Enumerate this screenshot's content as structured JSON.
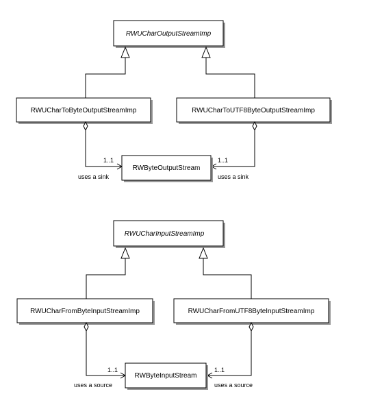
{
  "output_diagram": {
    "base_class": "RWUCharOutputStreamImp",
    "left_class": "RWUCharToByteOutputStreamImp",
    "right_class": "RWUCharToUTF8ByteOutputStreamImp",
    "target_class": "RWByteOutputStream",
    "left_multiplicity": "1..1",
    "right_multiplicity": "1..1",
    "left_role": "uses a sink",
    "right_role": "uses a sink"
  },
  "input_diagram": {
    "base_class": "RWUCharInputStreamImp",
    "left_class": "RWUCharFromByteInputStreamImp",
    "right_class": "RWUCharFromUTF8ByteInputStreamImp",
    "target_class": "RWByteInputStream",
    "left_multiplicity": "1..1",
    "right_multiplicity": "1..1",
    "left_role": "uses a source",
    "right_role": "uses a source"
  }
}
